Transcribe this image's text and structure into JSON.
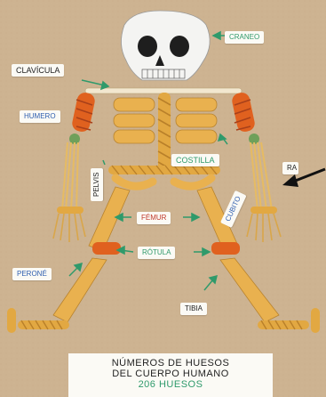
{
  "labels": {
    "craneo": "CRANEO",
    "clavicula": "CLAVÍCULA",
    "humero": "HUMERO",
    "costilla": "COSTILLA",
    "pelvis": "PELVIS",
    "femur": "FÉMUR",
    "cubito": "CUBITO",
    "rotula": "RÓTULA",
    "perone": "PERONÉ",
    "tibia": "TIBIA",
    "radio_partial": "RA"
  },
  "title_card": {
    "line1": "NÚMEROS DE HUESOS",
    "line2": "DEL CUERPO HUMANO",
    "line3": "206 HUESOS"
  },
  "colors": {
    "cardboard": "#cdb391",
    "pasta": "#e2a842",
    "pasta_orange": "#e0611f",
    "label_blue": "#2f5fb0",
    "label_green": "#2f9a6b",
    "label_red": "#c0392b"
  }
}
